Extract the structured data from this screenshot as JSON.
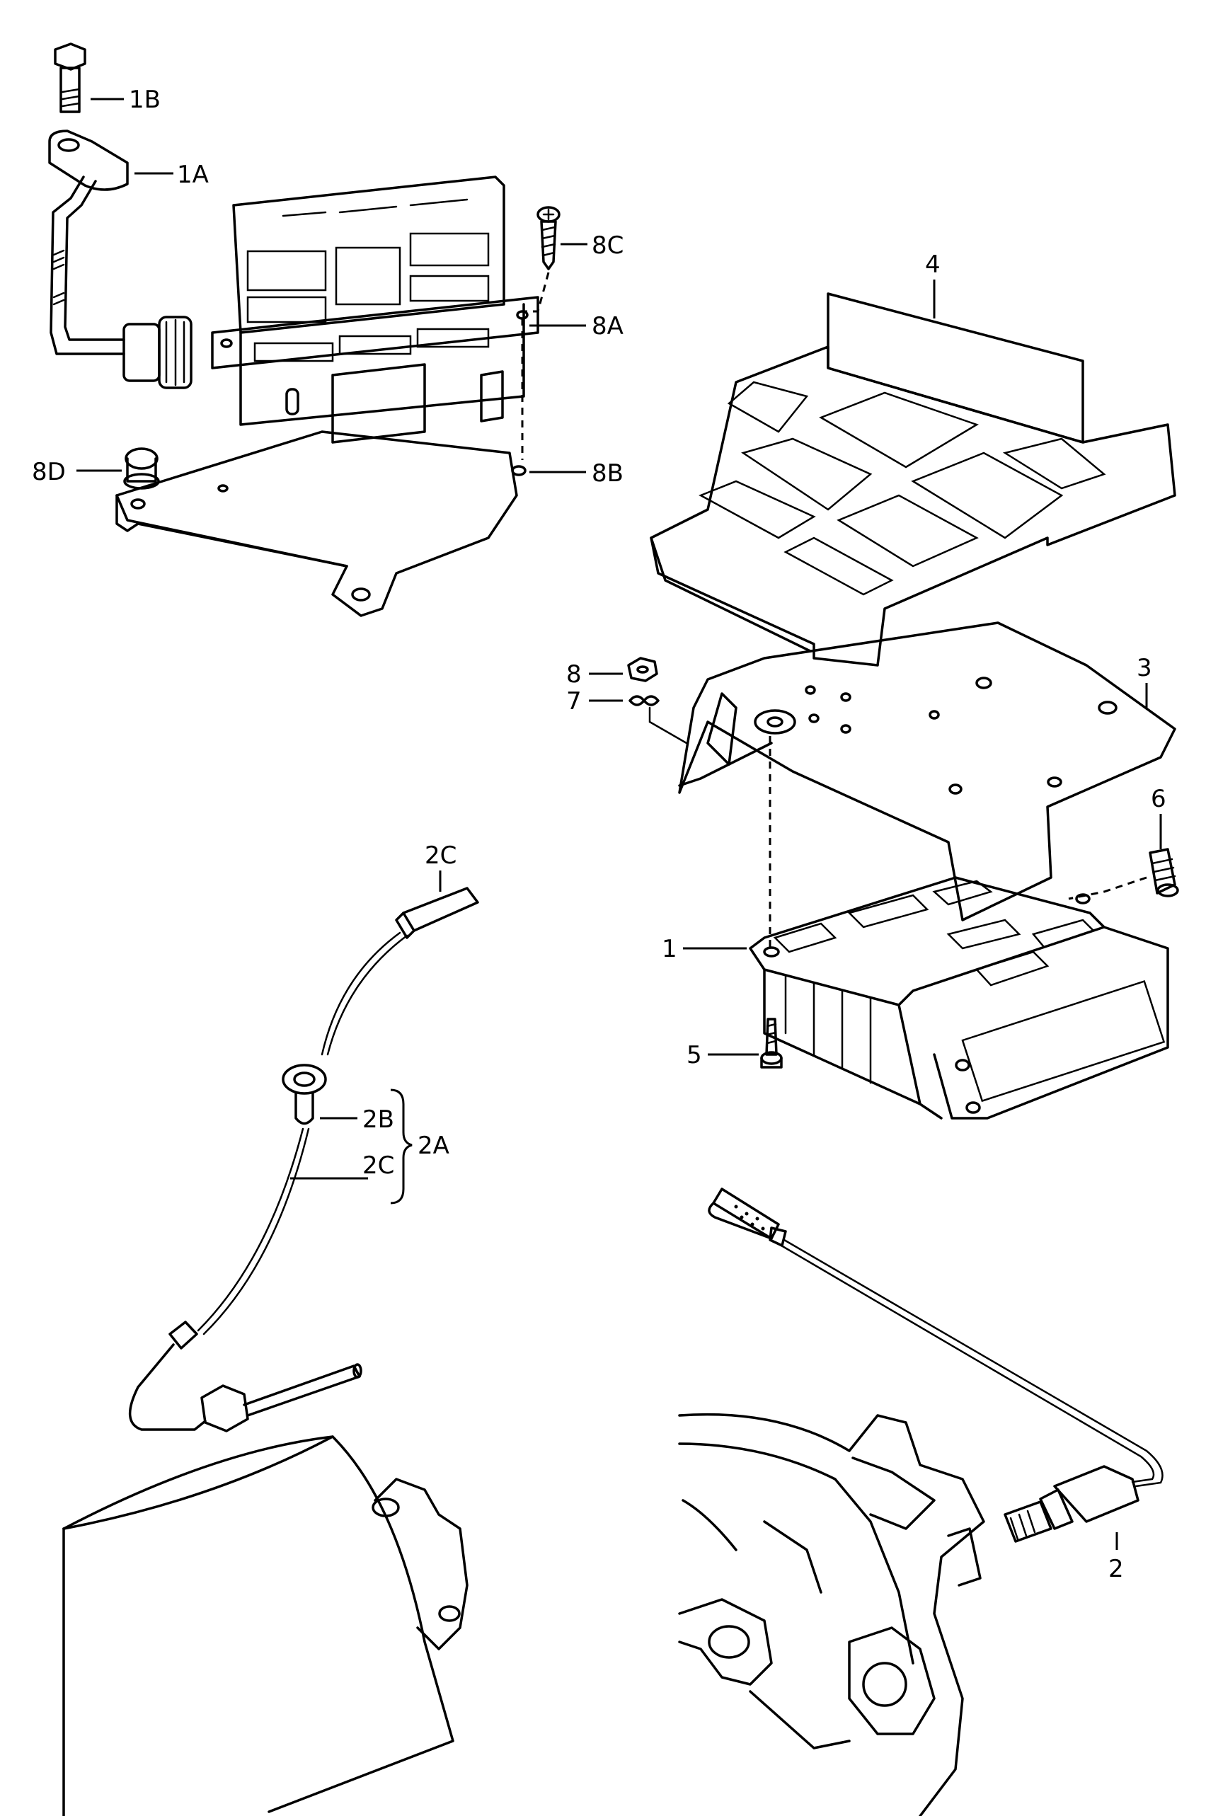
{
  "callouts": {
    "c_1B": "1B",
    "c_1A": "1A",
    "c_8C": "8C",
    "c_8A": "8A",
    "c_8B": "8B",
    "c_8D": "8D",
    "c_4": "4",
    "c_3": "3",
    "c_8": "8",
    "c_7": "7",
    "c_6": "6",
    "c_1": "1",
    "c_5": "5",
    "c_2C_top": "2C",
    "c_2B": "2B",
    "c_2C_mid": "2C",
    "c_2A": "2A",
    "c_2": "2"
  },
  "colors": {
    "line": "#000000",
    "background": "#ffffff"
  }
}
